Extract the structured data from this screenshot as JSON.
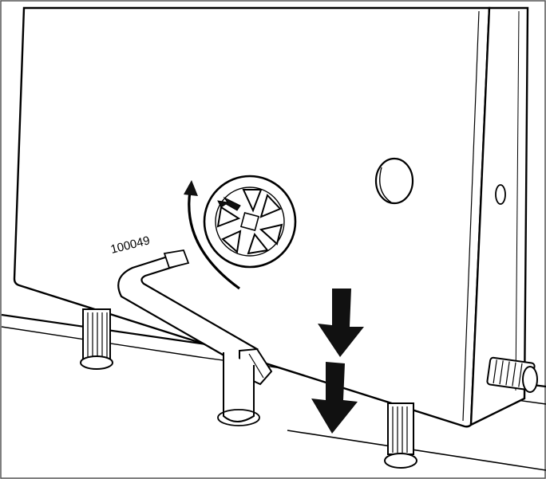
{
  "figure": {
    "part_number": "100049",
    "colors": {
      "line": "#000000",
      "background": "#ffffff",
      "arrow_fill": "#111111"
    },
    "icons": [
      "adjustment-direction-arrow",
      "lower-arrow"
    ]
  }
}
